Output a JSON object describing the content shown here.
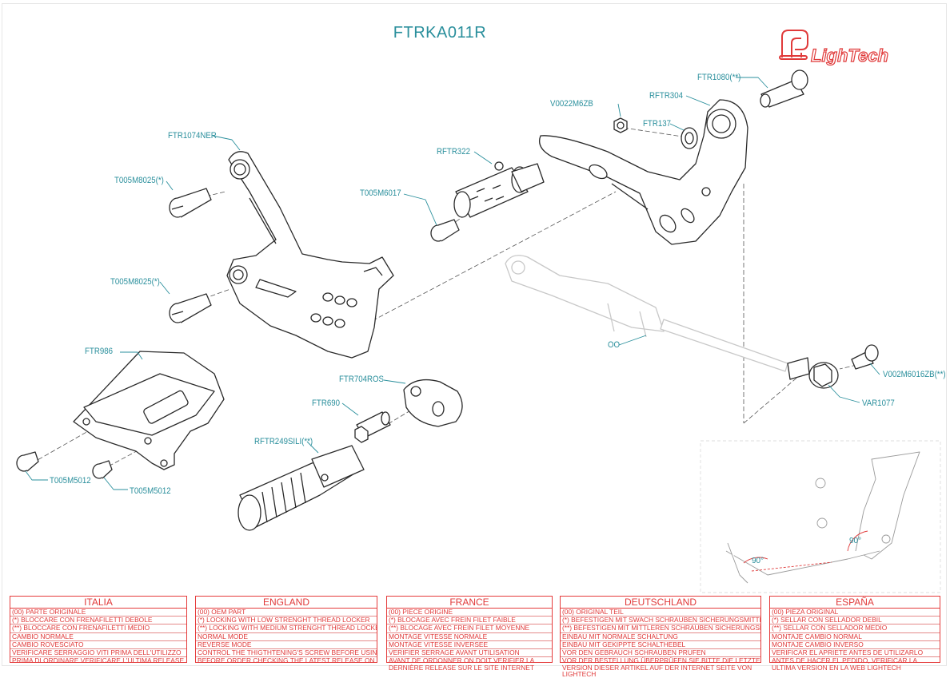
{
  "title": "FTRKA011R",
  "logo": {
    "text": "LighTech",
    "color": "#e03a3a"
  },
  "colors": {
    "accent": "#2a8f9c",
    "legend": "#e03a3a",
    "line": "#222222",
    "ghost": "#c8c8c8"
  },
  "parts": {
    "ftr1080": "FTR1080(**)",
    "rftr304": "RFTR304",
    "v0022m6zb": "V0022M6ZB",
    "ftr137": "FTR137",
    "rftr322": "RFTR322",
    "t005m6017": "T005M6017",
    "ftr1074ner": "FTR1074NER",
    "t005m8025_a": "T005M8025(*)",
    "t005m8025_b": "T005M8025(*)",
    "ftr986": "FTR986",
    "ftr704ros": "FTR704ROS",
    "ftr690": "FTR690",
    "rftr249sili": "RFTR249SILI(**)",
    "oo": "OO",
    "v002m6016zb": "V002M6016ZB(**)",
    "var1077": "VAR1077",
    "t005m5012_a": "T005M5012",
    "t005m5012_b": "T005M5012"
  },
  "angles": {
    "left": "90°",
    "right": "90°"
  },
  "legend": [
    {
      "lang": "ITALIA",
      "lines": [
        "(00) PARTE ORIGINALE",
        "(*)   BLOCCARE CON FRENAFILETTI DEBOLE",
        "(**)  BLOCCARE CON FRENAFILETTI MEDIO",
        "CAMBIO NORMALE",
        "CAMBIO ROVESCIATO",
        "VERIFICARE SERRAGGIO VITI PRIMA DELL'UTILIZZO",
        "PRIMA DI ORDINARE VERIFICARE L'ULTIMA RELEASE SUL SITO"
      ]
    },
    {
      "lang": "ENGLAND",
      "lines": [
        "(00) OEM PART",
        "(*)   LOCKING WITH LOW STRENGHT THREAD LOCKER",
        "(**)  LOCKING WITH MEDIUM STRENGHT THREAD LOCKER",
        "NORMAL MODE",
        "REVERSE MODE",
        "CONTROL THE THIGTHTENING'S SCREW BEFORE USING",
        "BEFORE ORDER CHECKING THE LATEST RELEASE ON WEBSITE"
      ]
    },
    {
      "lang": "FRANCE",
      "lines": [
        "(00) PIECE ORIGINE",
        "(*)   BLOCAGE AVEC FREIN FILET FAIBLE",
        "(**)  BLOCAGE AVEC FREIN FILET MOYENNE",
        "MONTAGE VITESSE NORMALE",
        "MONTAGE VITESSE INVERSEE",
        "VERIFIER SERRAGE AVANT UTILISATION",
        "AVANT DE ORDONNER ON DOIT VERIFIER LA DERNIÈRE RELEASE SUR LE SITE INTERNET"
      ]
    },
    {
      "lang": "DEUTSCHLAND",
      "lines": [
        "(00) ORIGINAL TEIL",
        "(*)   BEFESTIGEN MIT SWACH SCHRAUBEN SICHERUNGSMITTEL",
        "(**)  BEFESTIGEN MIT MITTLEREN SCHRAUBEN SICHERUNGSMITTEL",
        "EINBAU MIT NORMALE SCHALTUNG",
        "EINBAU MIT GEKIPPTE SCHALTHEBEL",
        "VOR DEN GEBRAUCH SCHRAUBEN PRUFEN",
        "VOR DER BESTELLUNG ÜBERPRÜFEN SIE BITTE DIE LETZTE VERSION DIESER ARTIKEL AUF DER INTERNET SEITE VON LIGHTECH"
      ]
    },
    {
      "lang": "ESPAÑA",
      "lines": [
        "(00) PIEZA ORIGINAL",
        "(*)   SELLAR CON SELLADOR DEBIL",
        "(**)  SELLAR CON SELLADOR MEDIO",
        "MONTAJE CAMBIO NORMAL",
        "MONTAJE CAMBIO INVERSO",
        "VERIFICAR EL APRIETE ANTES DE UTILIZARLO",
        "ANTES DE HACER EL PEDIDO, VERIFICAR LA ULTIMA VERSION EN LA WEB LIGHTECH"
      ]
    }
  ]
}
